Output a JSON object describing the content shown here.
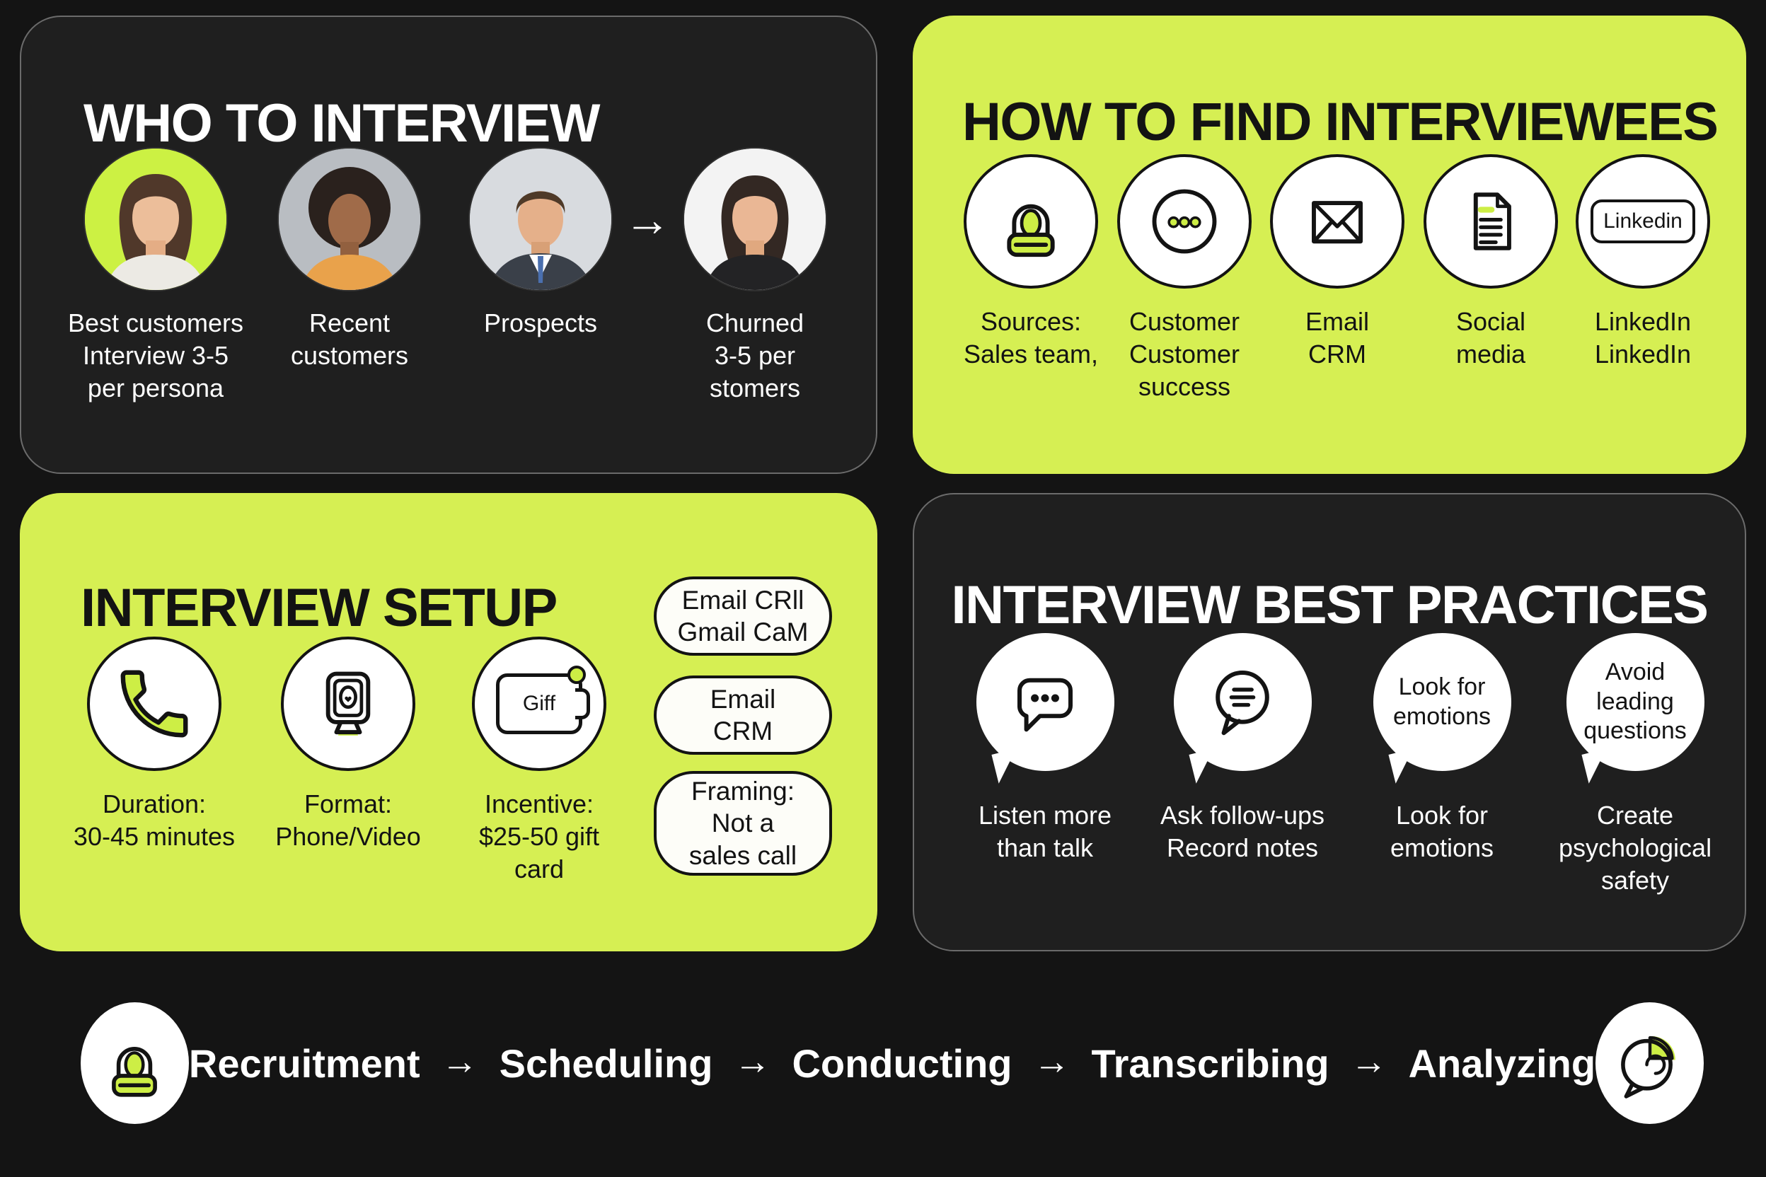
{
  "ui": {
    "arrow": "→",
    "colors": {
      "accent": "#cdee45",
      "panel_lime": "#d6ef53",
      "panel_dark": "#1f1f1f",
      "page_bg": "#141414",
      "border_gray": "#6b6b6b",
      "text_light": "#ffffff",
      "text_dark": "#131313"
    }
  },
  "who_to_interview": {
    "title": "WHO TO INTERVIEW",
    "people": [
      {
        "label": "Best customers\nInterview 3-5\nper persona"
      },
      {
        "label": "Recent\ncustomers"
      },
      {
        "label": "Prospects"
      },
      {
        "label": "Churned\n3-5 per\nstomers"
      }
    ]
  },
  "how_to_find": {
    "title": "HOW TO FIND INTERVIEWEES",
    "sources": [
      {
        "icon": "support-person-icon",
        "label": "Sources:\nSales team,"
      },
      {
        "icon": "ellipsis-icon",
        "label": "Customer\nCustomer\nsuccess"
      },
      {
        "icon": "envelope-icon",
        "label": "Email\nCRM"
      },
      {
        "icon": "document-icon",
        "label": "Social\nmedia"
      },
      {
        "icon": "linkedin-icon",
        "icon_text": "Linkedin",
        "label": "LinkedIn\nLinkedIn"
      }
    ]
  },
  "interview_setup": {
    "title": "INTERVIEW SETUP",
    "items": [
      {
        "icon": "phone-icon",
        "label": "Duration:\n30-45 minutes"
      },
      {
        "icon": "video-call-icon",
        "label": "Format:\nPhone/Video"
      },
      {
        "icon": "gift-card-icon",
        "icon_text": "Giff",
        "label": "Incentive:\n$25-50 gift\ncard"
      }
    ],
    "pills": [
      {
        "text": "Email CRll\nGmail CaM"
      },
      {
        "text": "Email\nCRM"
      },
      {
        "text": "Framing:\nNot a\nsales call"
      }
    ]
  },
  "best_practices": {
    "title": "INTERVIEW BEST PRACTICES",
    "items": [
      {
        "icon": "chat-dots-icon",
        "label": "Listen more\nthan talk"
      },
      {
        "icon": "chat-lines-icon",
        "label": "Ask follow-ups\nRecord notes"
      },
      {
        "bubble_text": "Look for\nemotions",
        "label": "Look for\nemotions"
      },
      {
        "bubble_text": "Avoid\nleading\nquestions",
        "label": "Create\npsychological\nsafety"
      }
    ]
  },
  "process": {
    "separator": "→",
    "steps": [
      "Recruitment",
      "Scheduling",
      "Conducting",
      "Transcribing",
      "Analyzing"
    ]
  }
}
